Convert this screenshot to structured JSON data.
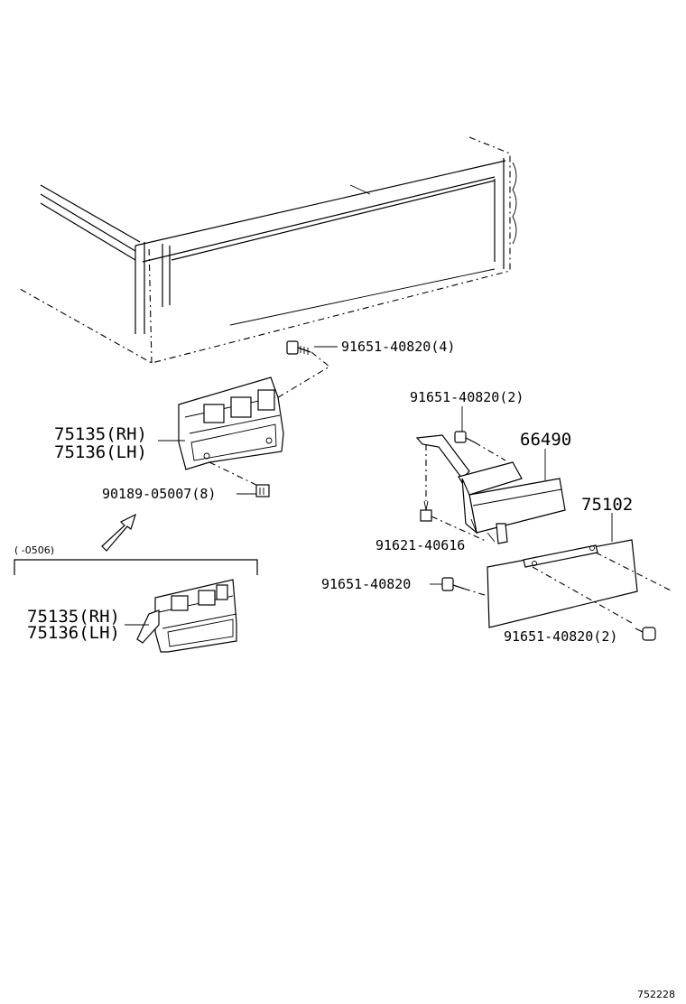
{
  "labels": {
    "bolt_top": "91651-40820(4)",
    "bolt_right_top": "91651-40820(2)",
    "part_66490": "66490",
    "part_75102": "75102",
    "bracket_rh": "75135(RH)",
    "bracket_lh": "75136(LH)",
    "nut": "90189-05007(8)",
    "clip": "91621-40616",
    "bolt_mid": "91651-40820",
    "bolt_bottom": "91651-40820(2)",
    "range_note": "(      -0506)",
    "bracket_alt_rh": "75135(RH)",
    "bracket_alt_lh": "75136(LH)",
    "diagram_id": "752228"
  }
}
